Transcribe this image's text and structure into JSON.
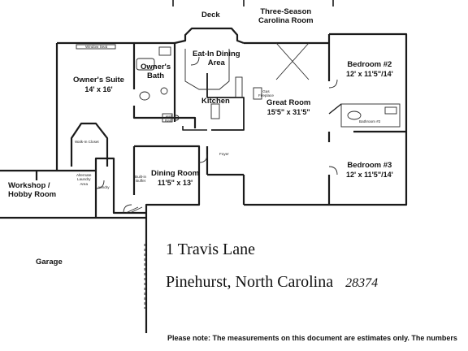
{
  "rooms": {
    "deck": "Deck",
    "three_season_line1": "Three-Season",
    "three_season_line2": "Carolina Room",
    "eat_in_line1": "Eat-In Dining",
    "eat_in_line2": "Area",
    "owners_suite": "Owner's Suite",
    "owners_suite_dim": "14' x 16'",
    "owners_bath_line1": "Owner's",
    "owners_bath_line2": "Bath",
    "kitchen": "Kitchen",
    "great_room": "Great Room",
    "great_room_dim": "15'5\" x 31'5\"",
    "bedroom2": "Bedroom #2",
    "bedroom2_dim": "12' x 11'5\"/14'",
    "bedroom3": "Bedroom #3",
    "bedroom3_dim": "12' x 11'5\"/14'",
    "dining_room": "Dining Room",
    "dining_room_dim": "11'5\" x 13'",
    "workshop_line1": "Workshop /",
    "workshop_line2": "Hobby Room",
    "garage": "Garage"
  },
  "small_labels": {
    "window_seat": "Window Seat",
    "walk_in_closet": "Walk-In Closet",
    "half_bath_1": "Half",
    "half_bath_2": "Bath",
    "gas_fireplace_1": "Gas",
    "gas_fireplace_2": "Fireplace",
    "bathroom2": "Bathroom #2",
    "foyer": "Foyer",
    "alt_laundry_1": "Alternate",
    "alt_laundry_2": "Laundry",
    "alt_laundry_3": "Area",
    "laundry": "Laundry",
    "built_in_1": "Built-in",
    "built_in_2": "Buffet"
  },
  "address": {
    "street": "1 Travis Lane",
    "city_state": "Pinehurst, North Carolina",
    "zip": "28374"
  },
  "note": "Please note:  The measurements on this document are estimates only.  The numbers"
}
